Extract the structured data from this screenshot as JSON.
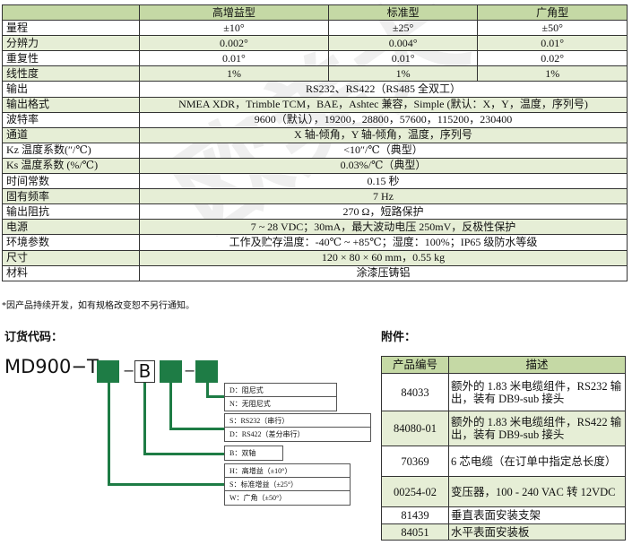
{
  "spec_table": {
    "headers": [
      "",
      "高增益型",
      "标准型",
      "广角型"
    ],
    "rows3": [
      [
        "量程",
        "±10°",
        "±25°",
        "±50°"
      ],
      [
        "分辨力",
        "0.002°",
        "0.004°",
        "0.01°"
      ],
      [
        "重复性",
        "0.01°",
        "0.01°",
        "0.02°"
      ],
      [
        "线性度",
        "1%",
        "1%",
        "1%"
      ]
    ],
    "rows1": [
      [
        "输出",
        "RS232、RS422（RS485 全双工）"
      ],
      [
        "输出格式",
        "NMEA XDR，Trimble TCM，BAE，Ashtec 兼容，Simple (默认：X，Y，温度，序列号)"
      ],
      [
        "波特率",
        "9600（默认），19200，28800，57600，115200，230400"
      ],
      [
        "通道",
        "X 轴-倾角，Y 轴-倾角，温度，序列号"
      ],
      [
        "Kz 温度系数(″/℃)",
        "<10″/℃（典型）"
      ],
      [
        "Ks 温度系数 (%/℃)",
        "0.03%/℃（典型）"
      ],
      [
        "时间常数",
        "0.15 秒"
      ],
      [
        "固有频率",
        "7 Hz"
      ],
      [
        "输出阻抗",
        "270 Ω，短路保护"
      ],
      [
        "电源",
        "7 ~ 28 VDC；30mA，最大波动电压 250mV，反极性保护"
      ],
      [
        "环境参数",
        "工作及贮存温度：-40℃ ~ +85℃；湿度：100%；IP65 级防水等级"
      ],
      [
        "尺寸",
        "120 × 80 × 60 mm，0.55 kg"
      ],
      [
        "材料",
        "涂漆压铸铝"
      ]
    ]
  },
  "note": "*因产品持续开发，如有规格改变恕不另行通知。",
  "order": {
    "title": "订货代码：",
    "model": "MD900−T",
    "dash": "−",
    "b": "B",
    "damping": [
      "D：阻尼式",
      "N：无阻尼式"
    ],
    "output": [
      "S：RS232（串行）",
      "D：RS422（差分串行）"
    ],
    "axis": [
      "B：双轴"
    ],
    "range": [
      "H：高增益（±10°）",
      "S：标准增益（±25°）",
      "W：广角（±50°）"
    ]
  },
  "accessories": {
    "title": "附件：",
    "headers": [
      "产品编号",
      "描述"
    ],
    "rows": [
      [
        "84033",
        "额外的 1.83 米电缆组件，RS232 输出，装有 DB9-sub 接头"
      ],
      [
        "84080-01",
        "额外的 1.83 米电缆组件，RS422 输出，装有 DB9-sub 接头"
      ],
      [
        "70369",
        "6 芯电缆（在订单中指定总长度）"
      ],
      [
        "00254-02",
        "变压器，100 - 240 VAC 转 12VDC"
      ],
      [
        "81439",
        "垂直表面安装支架"
      ],
      [
        "84051",
        "水平表面安装板"
      ]
    ]
  },
  "watermark": "欧美大地 EARTH PRODUCTS CHINA LIMITED",
  "colors": {
    "header": "#c5d9a5",
    "stripe": "#e6eed6",
    "green": "#1e7c45"
  }
}
